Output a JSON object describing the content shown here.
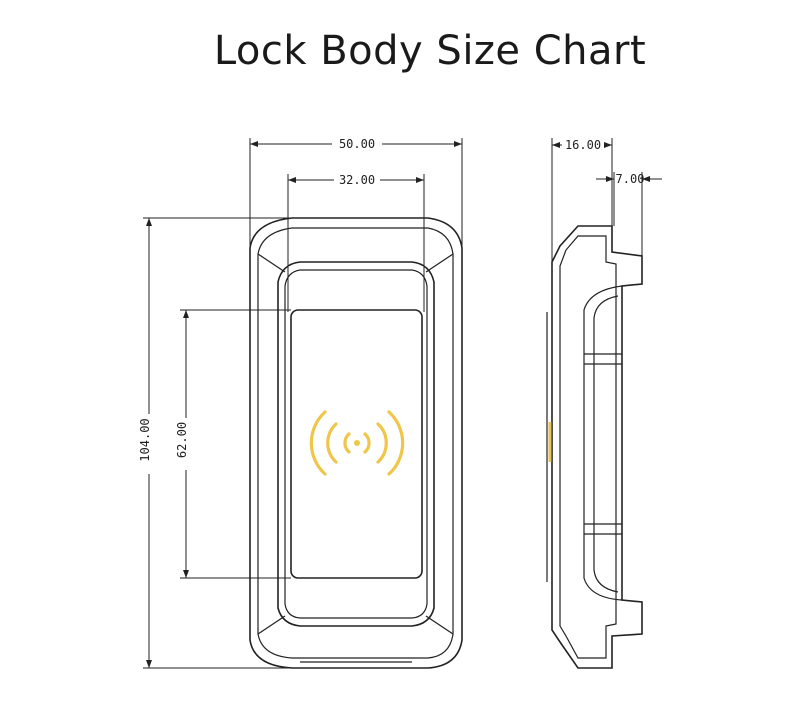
{
  "title": "Lock Body Size Chart",
  "dimensions": {
    "front_width_outer": "50.00",
    "front_width_inner": "32.00",
    "height_total": "104.00",
    "height_reader": "62.00",
    "side_depth": "16.00",
    "side_offset": "7.00"
  },
  "colors": {
    "line": "#222222",
    "nfc_symbol": "#f0c64a"
  },
  "icons": {
    "reader": "nfc-wave-icon"
  }
}
